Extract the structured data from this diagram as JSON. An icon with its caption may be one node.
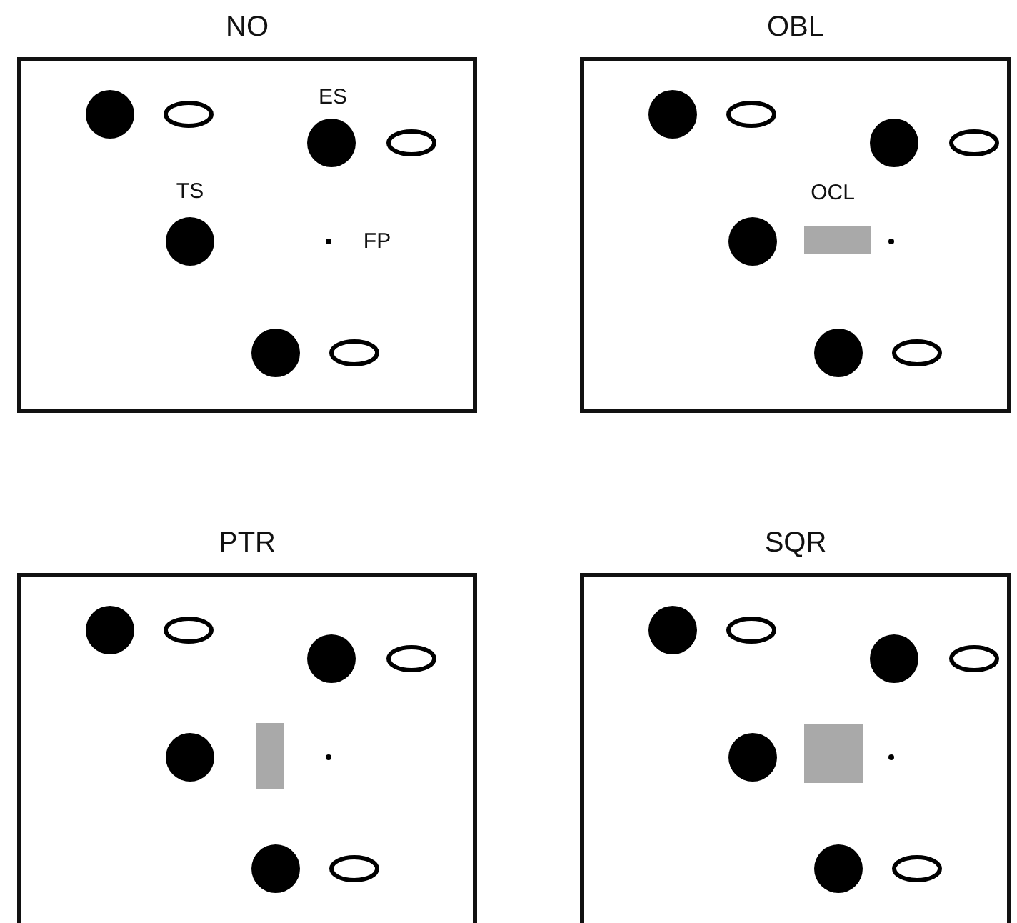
{
  "diagram": {
    "nodes": [
      {
        "text": [
          "NO"
        ]
      },
      {
        "text": [
          "OBL"
        ]
      },
      {
        "text": [
          "PTR"
        ]
      },
      {
        "text": [
          "SQR"
        ]
      }
    ],
    "labels": [
      "ES",
      "TS",
      "FP",
      "OCL"
    ]
  }
}
